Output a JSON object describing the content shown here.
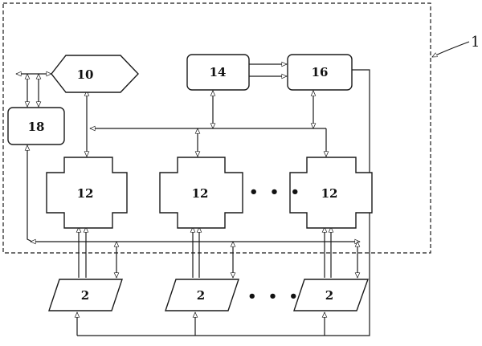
{
  "diagram": {
    "system_ref": "1",
    "controller_label": "10",
    "block14_label": "14",
    "block16_label": "16",
    "block18_label": "18",
    "processor_labels": [
      "12",
      "12",
      "12"
    ],
    "device_labels": [
      "2",
      "2",
      "2"
    ],
    "ellipsis": "• • •"
  }
}
